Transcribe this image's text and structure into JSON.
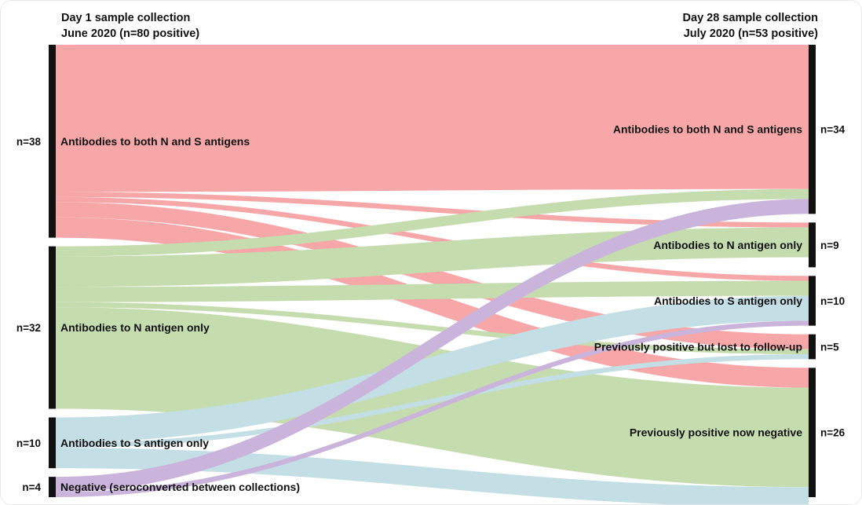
{
  "figure": {
    "title_left_line1": "Day 1  sample collection",
    "title_left_line2": "June 2020 (n=80 positive)",
    "title_right_line1": "Day 28 sample collection",
    "title_right_line2": "July 2020 (n=53 positive)"
  },
  "palette": {
    "both_NS": "#f7a7a8",
    "N_only": "#c5dcae",
    "S_only": "#c3dee4",
    "negative_seroconverted": "#cbb4dc",
    "node_bar": "#111111",
    "background": "#ffffff"
  },
  "chart_data": {
    "type": "sankey",
    "title": "Antibody status transitions between Day 1 and Day 28 sample collections",
    "left_axis_title": "Day 1  sample collection\nJune 2020 (n=80 positive)",
    "right_axis_title": "Day 28 sample collection\nJuly 2020 (n=53 positive)",
    "left_total": 80,
    "right_total": 53,
    "nodes_left": [
      {
        "id": "L0",
        "label": "Antibodies to both N and S antigens",
        "count": 38,
        "count_text": "n=38",
        "color": "#f7a7a8"
      },
      {
        "id": "L1",
        "label": "Antibodies to N antigen only",
        "count": 32,
        "count_text": "n=32",
        "color": "#c5dcae"
      },
      {
        "id": "L2",
        "label": "Antibodies to S antigen only",
        "count": 10,
        "count_text": "n=10",
        "color": "#c3dee4"
      },
      {
        "id": "L3",
        "label": "Negative (seroconverted between collections)",
        "count": 4,
        "count_text": "n=4",
        "color": "#cbb4dc"
      }
    ],
    "nodes_right": [
      {
        "id": "R0",
        "label": "Antibodies to both N and S antigens",
        "count": 34,
        "count_text": "n=34",
        "color": "#f7a7a8"
      },
      {
        "id": "R1",
        "label": "Antibodies to N antigen only",
        "count": 9,
        "count_text": "n=9",
        "color": "#c5dcae"
      },
      {
        "id": "R2",
        "label": "Antibodies to S antigen only",
        "count": 10,
        "count_text": "n=10",
        "color": "#c3dee4"
      },
      {
        "id": "R3",
        "label": "Previously positive but lost to follow-up",
        "count": 5,
        "count_text": "n=5",
        "color": "#f7a7a8"
      },
      {
        "id": "R4",
        "label": "Previously positive now negative",
        "count": 26,
        "count_text": "n=26",
        "color": "#c5dcae"
      }
    ],
    "links": [
      {
        "source": "L0",
        "target": "R0",
        "value": 29,
        "color": "#f7a7a8"
      },
      {
        "source": "L0",
        "target": "R1",
        "value": 1,
        "color": "#f7a7a8"
      },
      {
        "source": "L0",
        "target": "R2",
        "value": 1,
        "color": "#f7a7a8"
      },
      {
        "source": "L0",
        "target": "R3",
        "value": 3,
        "color": "#f7a7a8"
      },
      {
        "source": "L0",
        "target": "R4",
        "value": 4,
        "color": "#f7a7a8"
      },
      {
        "source": "L1",
        "target": "R0",
        "value": 2,
        "color": "#c5dcae"
      },
      {
        "source": "L1",
        "target": "R1",
        "value": 6,
        "color": "#c5dcae"
      },
      {
        "source": "L1",
        "target": "R2",
        "value": 3,
        "color": "#c5dcae"
      },
      {
        "source": "L1",
        "target": "R3",
        "value": 1,
        "color": "#c5dcae"
      },
      {
        "source": "L1",
        "target": "R4",
        "value": 20,
        "color": "#c5dcae"
      },
      {
        "source": "L2",
        "target": "R2",
        "value": 5,
        "color": "#c3dee4"
      },
      {
        "source": "L2",
        "target": "R3",
        "value": 1,
        "color": "#c3dee4"
      },
      {
        "source": "L2",
        "target": "R4",
        "value": 4,
        "color": "#c3dee4"
      },
      {
        "source": "L3",
        "target": "R0",
        "value": 3,
        "color": "#cbb4dc"
      },
      {
        "source": "L3",
        "target": "R2",
        "value": 1,
        "color": "#cbb4dc"
      }
    ]
  }
}
